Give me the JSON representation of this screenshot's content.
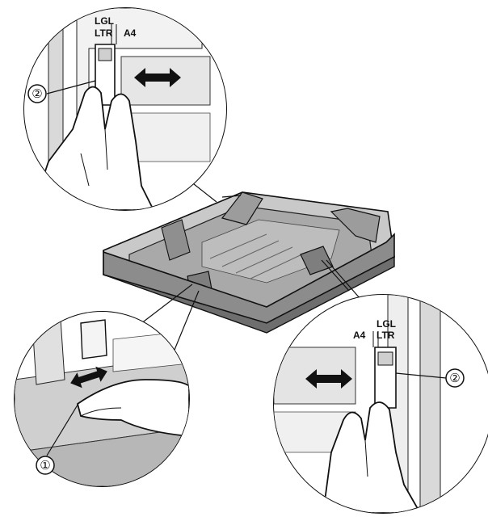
{
  "callouts": {
    "top_left": {
      "size_labels": [
        "LGL",
        "LTR",
        "A4"
      ],
      "marker": "②"
    },
    "bottom_left": {
      "marker": "①"
    },
    "bottom_right": {
      "size_labels": [
        "LGL",
        "LTR",
        "A4"
      ],
      "marker": "②"
    }
  },
  "icons": [
    "double-arrow-icon",
    "hand-icon",
    "paper-guide-icon",
    "paper-tray-icon"
  ],
  "colors": {
    "ink": "#111111",
    "tray": "#8a8a8a",
    "tray_light": "#c8c8c8",
    "hand": "#ffffff"
  }
}
